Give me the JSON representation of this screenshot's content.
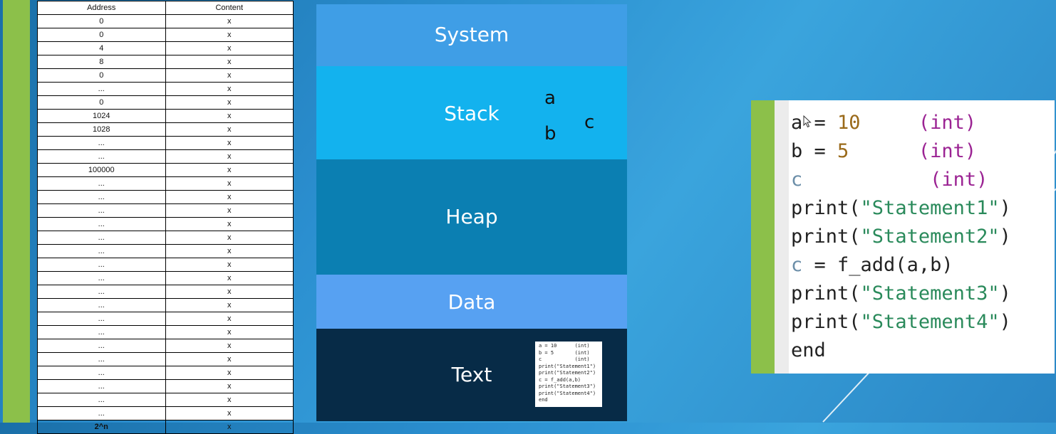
{
  "memory_table": {
    "headers": {
      "address": "Address",
      "content": "Content"
    },
    "rows": [
      {
        "address": "0",
        "content": "x"
      },
      {
        "address": "0",
        "content": "x"
      },
      {
        "address": "4",
        "content": "x"
      },
      {
        "address": "8",
        "content": "x"
      },
      {
        "address": "0",
        "content": "x"
      },
      {
        "address": "...",
        "content": "x"
      },
      {
        "address": "0",
        "content": "x"
      },
      {
        "address": "1024",
        "content": "x"
      },
      {
        "address": "1028",
        "content": "x"
      },
      {
        "address": "...",
        "content": "x"
      },
      {
        "address": "...",
        "content": "x"
      },
      {
        "address": "100000",
        "content": "x"
      },
      {
        "address": "...",
        "content": "x"
      },
      {
        "address": "...",
        "content": "x"
      },
      {
        "address": "...",
        "content": "x"
      },
      {
        "address": "...",
        "content": "x"
      },
      {
        "address": "...",
        "content": "x"
      },
      {
        "address": "...",
        "content": "x"
      },
      {
        "address": "...",
        "content": "x"
      },
      {
        "address": "...",
        "content": "x"
      },
      {
        "address": "...",
        "content": "x"
      },
      {
        "address": "...",
        "content": "x"
      },
      {
        "address": "...",
        "content": "x"
      },
      {
        "address": "...",
        "content": "x"
      },
      {
        "address": "...",
        "content": "x"
      },
      {
        "address": "...",
        "content": "x"
      },
      {
        "address": "...",
        "content": "x"
      },
      {
        "address": "...",
        "content": "x"
      },
      {
        "address": "...",
        "content": "x"
      },
      {
        "address": "...",
        "content": "x"
      },
      {
        "address": "2^n",
        "content": "x"
      }
    ]
  },
  "memory_map": {
    "system": "System",
    "stack": "Stack",
    "heap": "Heap",
    "data": "Data",
    "text": "Text",
    "stack_vars": {
      "a": "a",
      "b": "b",
      "c": "c"
    },
    "mini_code": [
      "a = 10      (int)",
      "b = 5       (int)",
      "c           (int)",
      "print(\"Statement1\")",
      "print(\"Statement2\")",
      "c = f_add(a,b)",
      "print(\"Statement3\")",
      "print(\"Statement4\")",
      "end"
    ]
  },
  "code": {
    "lines": [
      [
        {
          "t": "a",
          "k": "name"
        },
        {
          "t": " = ",
          "k": "fn"
        },
        {
          "t": "10",
          "k": "num"
        },
        {
          "t": "     ",
          "k": "fn"
        },
        {
          "t": "(int)",
          "k": "type"
        }
      ],
      [
        {
          "t": "b",
          "k": "name"
        },
        {
          "t": " = ",
          "k": "fn"
        },
        {
          "t": "5",
          "k": "num"
        },
        {
          "t": "      ",
          "k": "fn"
        },
        {
          "t": "(int)",
          "k": "type"
        }
      ],
      [
        {
          "t": "c",
          "k": "name-c"
        },
        {
          "t": "           ",
          "k": "fn"
        },
        {
          "t": "(int)",
          "k": "type"
        }
      ],
      [
        {
          "t": "print(",
          "k": "fn"
        },
        {
          "t": "\"Statement1\"",
          "k": "str"
        },
        {
          "t": ")",
          "k": "fn"
        }
      ],
      [
        {
          "t": "print(",
          "k": "fn"
        },
        {
          "t": "\"Statement2\"",
          "k": "str"
        },
        {
          "t": ")",
          "k": "fn"
        }
      ],
      [
        {
          "t": "c",
          "k": "name-c"
        },
        {
          "t": " = f_add(a,b)",
          "k": "fn"
        }
      ],
      [
        {
          "t": "print(",
          "k": "fn"
        },
        {
          "t": "\"Statement3\"",
          "k": "str"
        },
        {
          "t": ")",
          "k": "fn"
        }
      ],
      [
        {
          "t": "print(",
          "k": "fn"
        },
        {
          "t": "\"Statement4\"",
          "k": "str"
        },
        {
          "t": ")",
          "k": "fn"
        }
      ],
      [
        {
          "t": "end",
          "k": "fn"
        }
      ]
    ]
  },
  "colors": {
    "accent_green": "#8cc04a",
    "system": "#3f9ee6",
    "stack": "#13b2ee",
    "heap": "#0b7fb2",
    "data": "#57a1f2",
    "text": "#072b47"
  },
  "icons": {
    "cursor": "mouse-pointer-icon"
  }
}
